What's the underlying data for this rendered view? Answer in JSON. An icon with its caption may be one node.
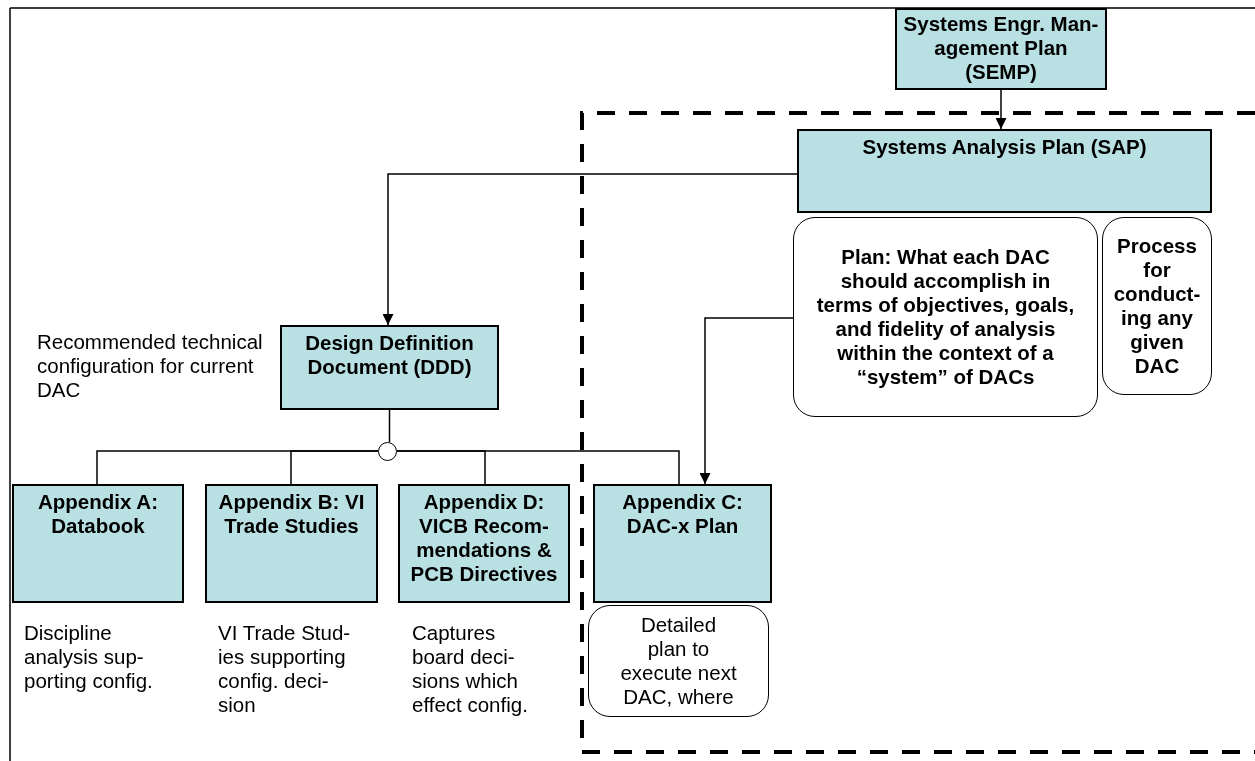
{
  "diagram": {
    "nodes": [
      {
        "text": [
          "Systems Engr. Man-agement Plan (SEMP)"
        ]
      },
      {
        "text": [
          "Systems Analysis Plan (SAP)"
        ]
      },
      {
        "text": [
          "Plan: What each DAC should accomplish in terms of objectives, goals, and fidelity of analysis within the context of a “system” of DACs"
        ]
      },
      {
        "text": [
          "Process for conduct-ing any given DAC"
        ]
      },
      {
        "text": [
          "Design Definition Document (DDD)"
        ],
        "beside": [
          "Recommended technical configuration for current DAC"
        ]
      },
      {
        "text": [],
        "shape": "circle"
      },
      {
        "text": [
          "Appendix A: Databook"
        ],
        "beside": [
          "Discipline analysis sup-porting config."
        ]
      },
      {
        "text": [
          "Appendix B: VI Trade Studies"
        ],
        "beside": [
          "VI Trade Stud-ies supporting config. deci-sion"
        ]
      },
      {
        "text": [
          "Appendix D: VICB Recom-mendations & PCB Directives"
        ],
        "beside": [
          "Captures board deci-sions which effect config."
        ]
      },
      {
        "text": [
          "Appendix C: DAC-x Plan"
        ]
      },
      {
        "text": [
          "Detailed plan to execute next DAC, where"
        ]
      }
    ],
    "edges": [
      {
        "from": 0,
        "to": 1,
        "arrow": "to"
      },
      {
        "from": 1,
        "to": 4,
        "arrow": "to"
      },
      {
        "from": 2,
        "to": 9,
        "arrow": "to"
      },
      {
        "from": 4,
        "to": 5,
        "arrow": "none"
      },
      {
        "from": 5,
        "to": 6,
        "arrow": "none"
      },
      {
        "from": 5,
        "to": 7,
        "arrow": "none"
      },
      {
        "from": 5,
        "to": 8,
        "arrow": "none"
      },
      {
        "from": 5,
        "to": 9,
        "arrow": "none"
      }
    ]
  }
}
